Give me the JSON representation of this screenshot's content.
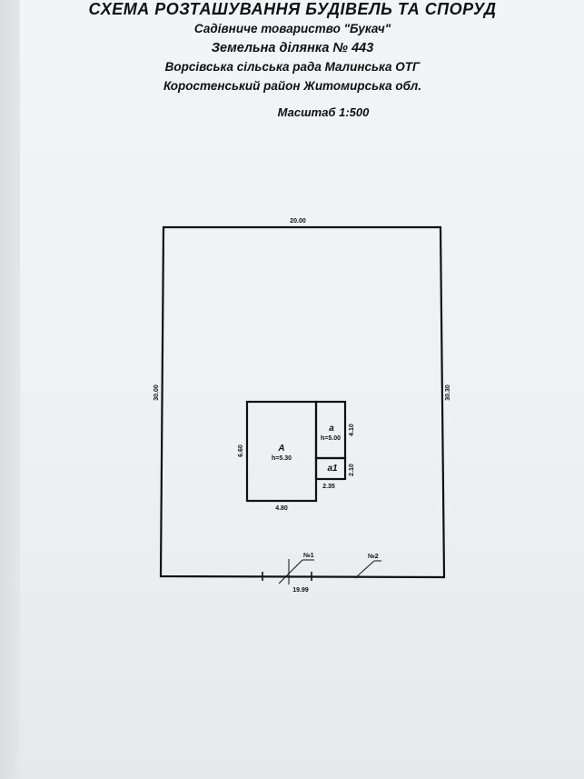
{
  "header": {
    "title": "СХЕМА РОЗТАШУВАННЯ БУДІВЕЛЬ ТА СПОРУД",
    "line1": "Садівниче товариство \"Букач\"",
    "line2": "Земельна ділянка № 443",
    "line3": "Ворсівська сільська рада Малинська ОТГ",
    "line4": "Коростенський район Житомирська обл.",
    "scale": "Масштаб 1:500"
  },
  "plot": {
    "top_length": "20.00",
    "left_length": "30.00",
    "right_length": "30.30",
    "bottom_length": "19.99",
    "gate1_label": "№1",
    "gate2_label": "№2"
  },
  "building_A": {
    "label": "А",
    "height": "h=5.30",
    "width_dim": "4.80",
    "depth_dim": "6.60"
  },
  "extension_a": {
    "label": "а",
    "height": "h=5.00",
    "depth_dim": "4.10"
  },
  "extension_a1": {
    "label": "а1",
    "width_dim": "2.35",
    "depth_dim": "2.10"
  }
}
